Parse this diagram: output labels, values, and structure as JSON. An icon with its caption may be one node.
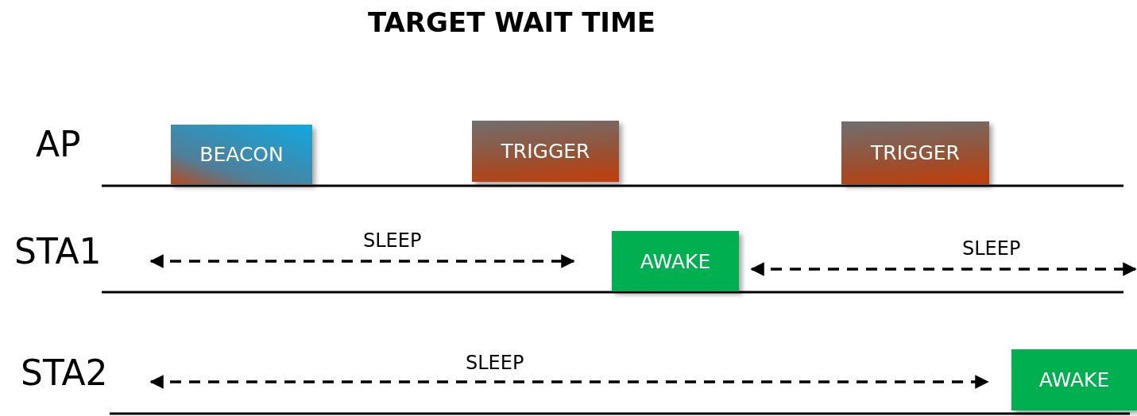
{
  "diagram": {
    "title": "TARGET WAIT TIME",
    "nodes": [
      {
        "text": [
          "BEACON"
        ]
      },
      {
        "text": [
          "TRIGGER"
        ]
      },
      {
        "text": [
          "TRIGGER"
        ]
      },
      {
        "text": [
          "AWAKE"
        ]
      },
      {
        "text": [
          "AWAKE"
        ]
      }
    ],
    "labels": [
      "AP",
      "STA1",
      "SLEEP",
      "SLEEP",
      "STA2",
      "SLEEP"
    ]
  }
}
